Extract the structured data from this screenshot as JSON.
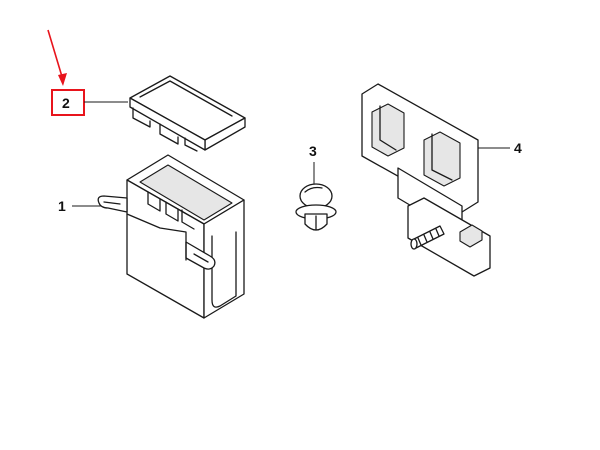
{
  "diagram": {
    "callouts": [
      {
        "id": "1",
        "label": "1"
      },
      {
        "id": "2",
        "label": "2"
      },
      {
        "id": "3",
        "label": "3"
      },
      {
        "id": "4",
        "label": "4"
      }
    ],
    "highlighted_callout": "2",
    "highlight_color": "#e8141c",
    "line_color": "#1a1a1a"
  }
}
